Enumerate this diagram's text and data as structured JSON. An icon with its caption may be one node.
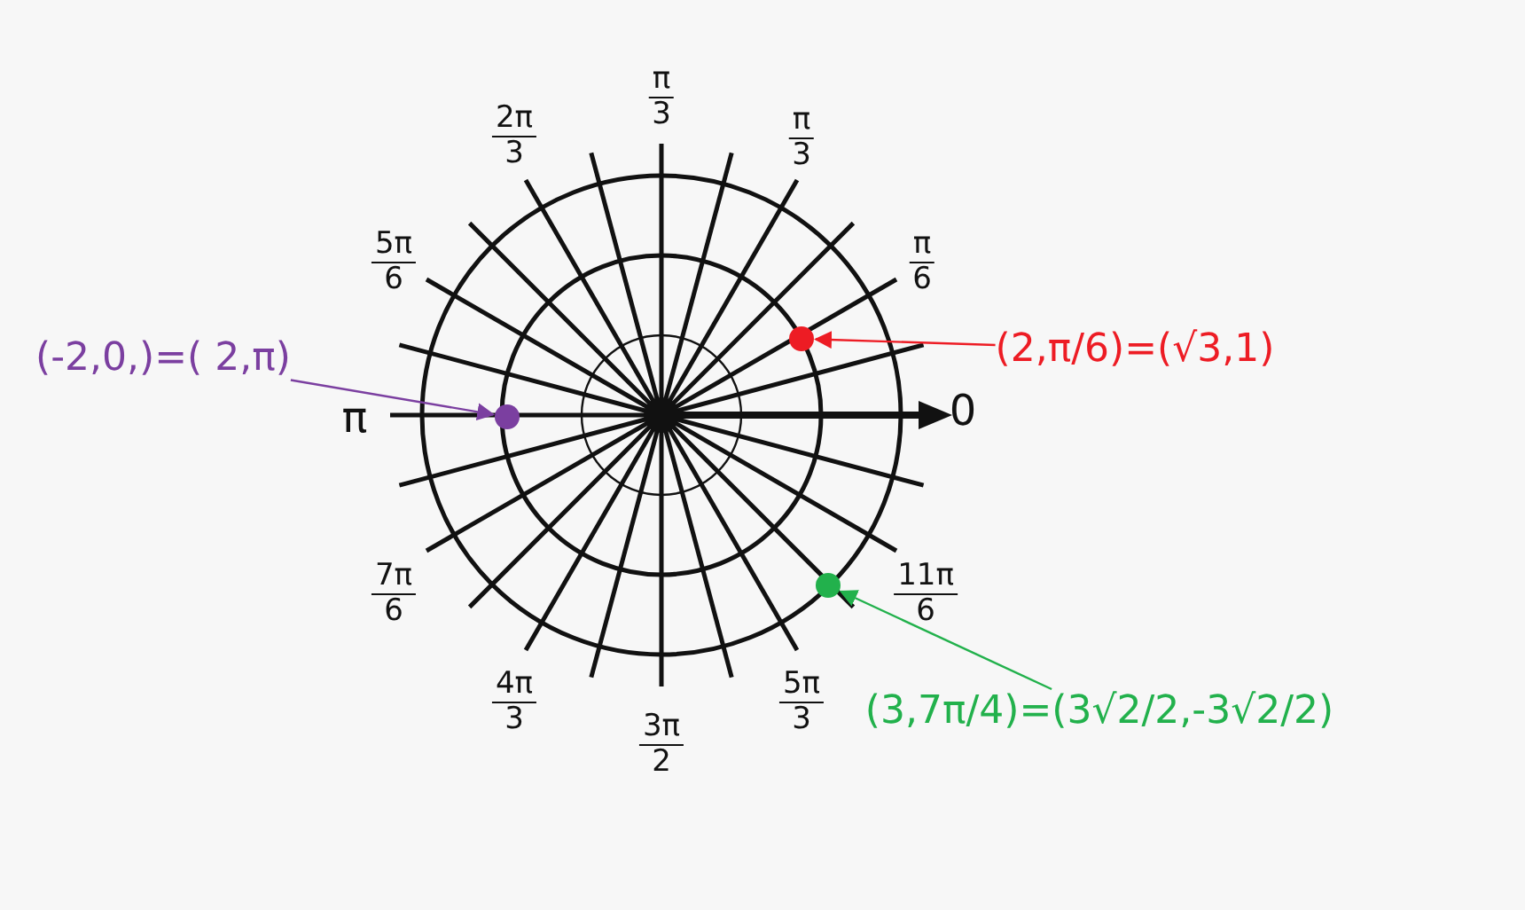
{
  "diagram": {
    "nodes": [
      {
        "text": [
          "(2,π/6)=(√3,1)"
        ]
      },
      {
        "text": [],
        "shape": "circle"
      },
      {
        "text": [
          "(-2,0,)=( 2,π)"
        ]
      },
      {
        "text": [],
        "shape": "circle"
      },
      {
        "text": [],
        "shape": "circle"
      },
      {
        "text": [
          "(3,7π/4)=(3√2/2,-3√2/2)"
        ]
      }
    ],
    "edges": [
      {
        "from": 0,
        "to": 1,
        "arrow": "to",
        "color": "#ed1c24"
      },
      {
        "from": 2,
        "to": 3,
        "arrow": "to",
        "color": "#7b3fa0"
      },
      {
        "from": 5,
        "to": 4,
        "arrow": "to",
        "color": "#22b14c"
      }
    ],
    "labels": [
      "π 3",
      "2π 3",
      "π 3",
      "5π 6",
      "π 6",
      "π",
      "0",
      "7π 6",
      "11π 6",
      "4π 3",
      "5π 3",
      "3π 2"
    ]
  }
}
